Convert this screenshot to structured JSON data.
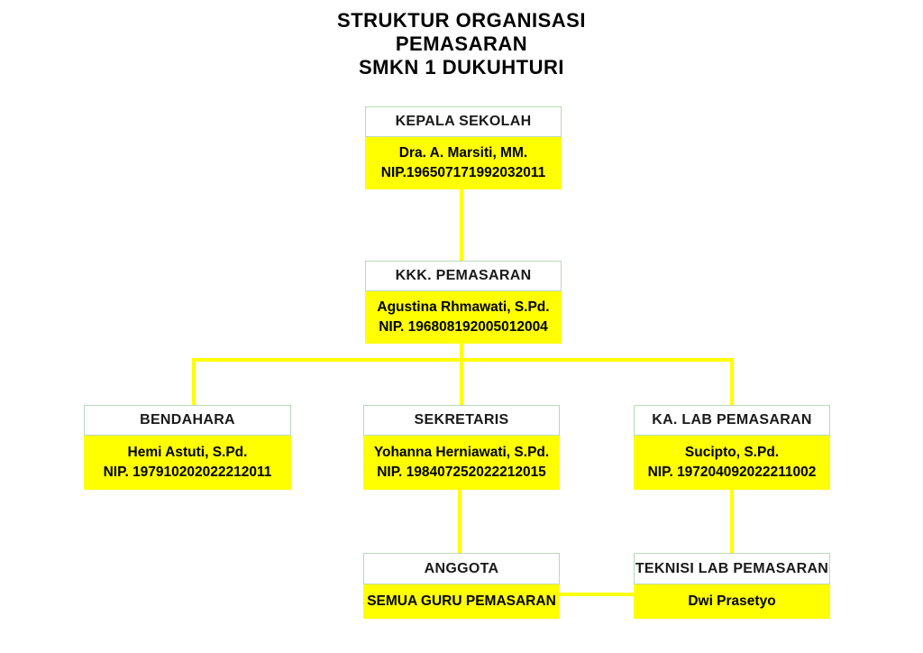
{
  "title": {
    "line1": "STRUKTUR ORGANISASI",
    "line2": "PEMASARAN",
    "line3": "SMKN 1 DUKUHTURI"
  },
  "colors": {
    "box_fill": "#ffff00",
    "header_fill": "#ffffff",
    "header_border": "#b8d8bc",
    "connector": "#ffff00",
    "text": "#000000"
  },
  "nodes": {
    "kepala_sekolah": {
      "title": "KEPALA SEKOLAH",
      "name": "Dra. A. Marsiti, MM.",
      "nip": "NIP.196507171992032011"
    },
    "kkk_pemasaran": {
      "title": "KKK. PEMASARAN",
      "name": "Agustina Rhmawati, S.Pd.",
      "nip": "NIP. 196808192005012004"
    },
    "bendahara": {
      "title": "BENDAHARA",
      "name": "Hemi Astuti, S.Pd.",
      "nip": "NIP. 197910202022212011"
    },
    "sekretaris": {
      "title": "SEKRETARIS",
      "name": "Yohanna Herniawati, S.Pd.",
      "nip": "NIP. 198407252022212015"
    },
    "ka_lab_pemasaran": {
      "title": "KA. LAB PEMASARAN",
      "name": "Sucipto, S.Pd.",
      "nip": "NIP. 197204092022211002"
    },
    "anggota": {
      "title": "ANGGOTA",
      "member": "SEMUA GURU PEMASARAN"
    },
    "teknisi_lab_pemasaran": {
      "title": "TEKNISI LAB PEMASARAN",
      "member": "Dwi Prasetyo"
    }
  }
}
